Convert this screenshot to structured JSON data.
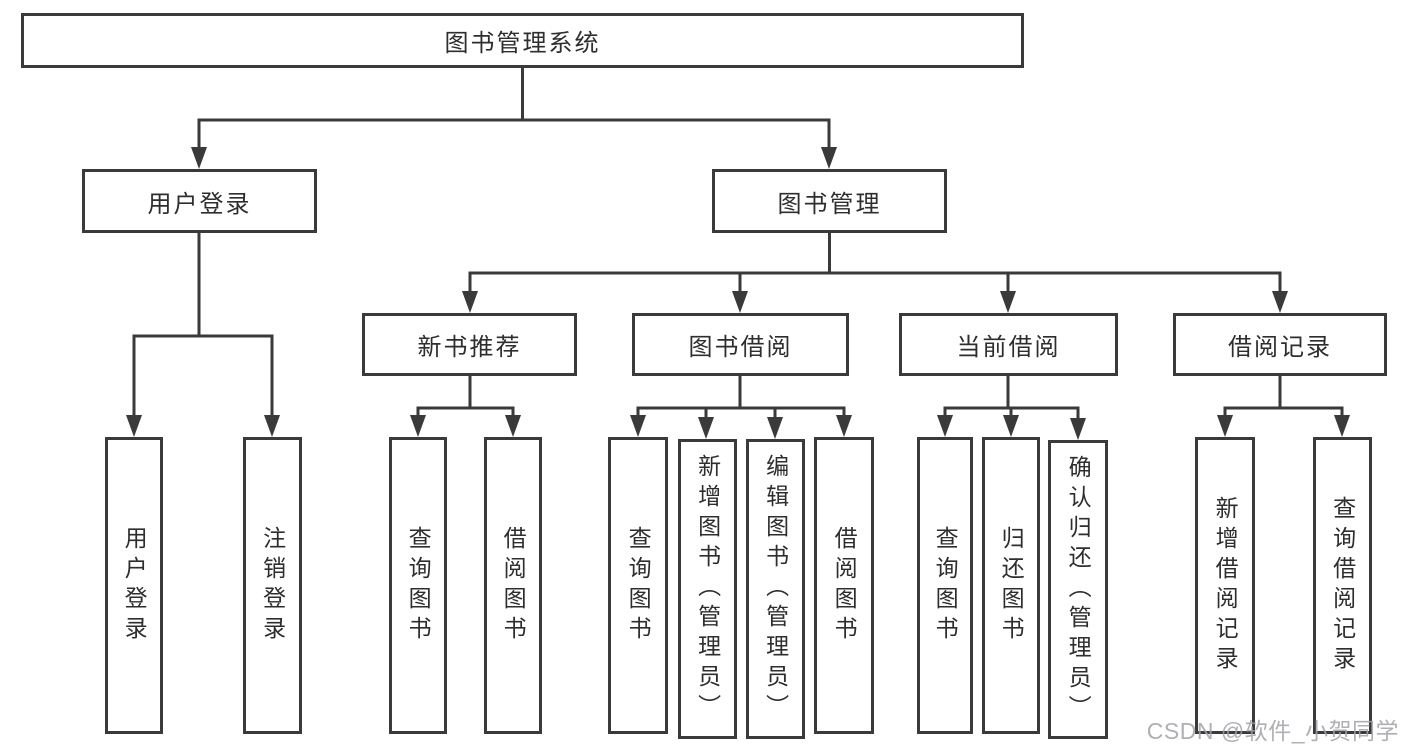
{
  "tree": {
    "root": "图书管理系统",
    "branches": [
      {
        "label": "用户登录",
        "children": [
          "用户登录",
          "注销登录"
        ]
      },
      {
        "label": "图书管理",
        "sections": [
          {
            "label": "新书推荐",
            "children": [
              "查询图书",
              "借阅图书"
            ]
          },
          {
            "label": "图书借阅",
            "children": [
              "查询图书",
              "新增图书（管理员）",
              "编辑图书（管理员）",
              "借阅图书"
            ]
          },
          {
            "label": "当前借阅",
            "children": [
              "查询图书",
              "归还图书",
              "确认归还（管理员）"
            ]
          },
          {
            "label": "借阅记录",
            "children": [
              "新增借阅记录",
              "查询借阅记录"
            ]
          }
        ]
      }
    ]
  },
  "watermark": "CSDN @软件_小贺同学",
  "colors": {
    "line": "#3a3a3a",
    "text": "#2e2e2e",
    "watermark": "#a3a3a8",
    "background": "#ffffff"
  }
}
